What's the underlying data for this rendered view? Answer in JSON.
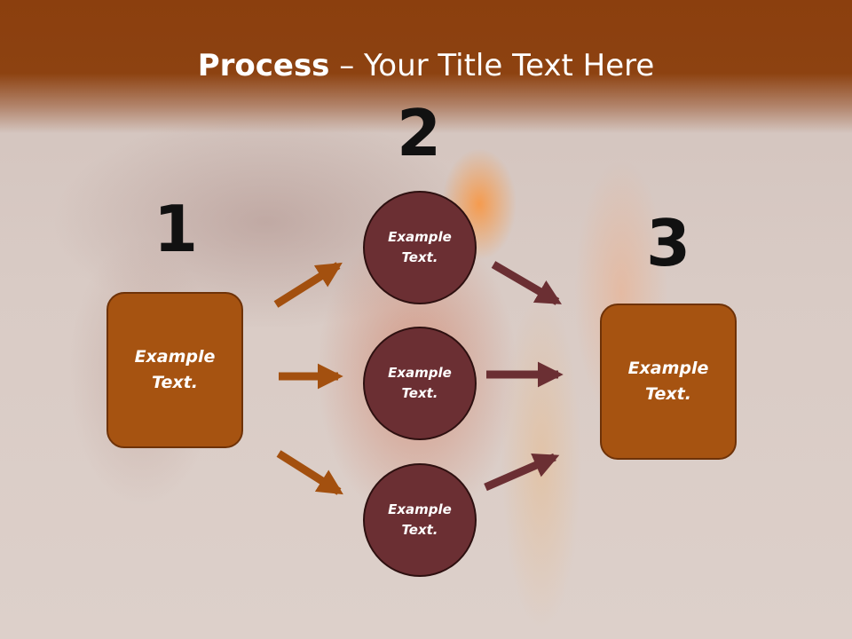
{
  "slide": {
    "title_bold": "Process",
    "title_rest": " – Your Title Text Here"
  },
  "steps": [
    {
      "number": "1",
      "text": "Example\nText."
    },
    {
      "number": "2",
      "text": "Example\nText."
    },
    {
      "number": "3",
      "text": "Example\nText."
    }
  ],
  "middle_nodes": [
    {
      "text": "Example\nText."
    },
    {
      "text": "Example\nText."
    },
    {
      "text": "Example\nText."
    }
  ],
  "colors": {
    "header": "#8b3f0e",
    "box_fill": "#a65311",
    "circle_fill": "#6b2f33",
    "arrow_left": "#a3500f",
    "arrow_right": "#6b2f33"
  }
}
